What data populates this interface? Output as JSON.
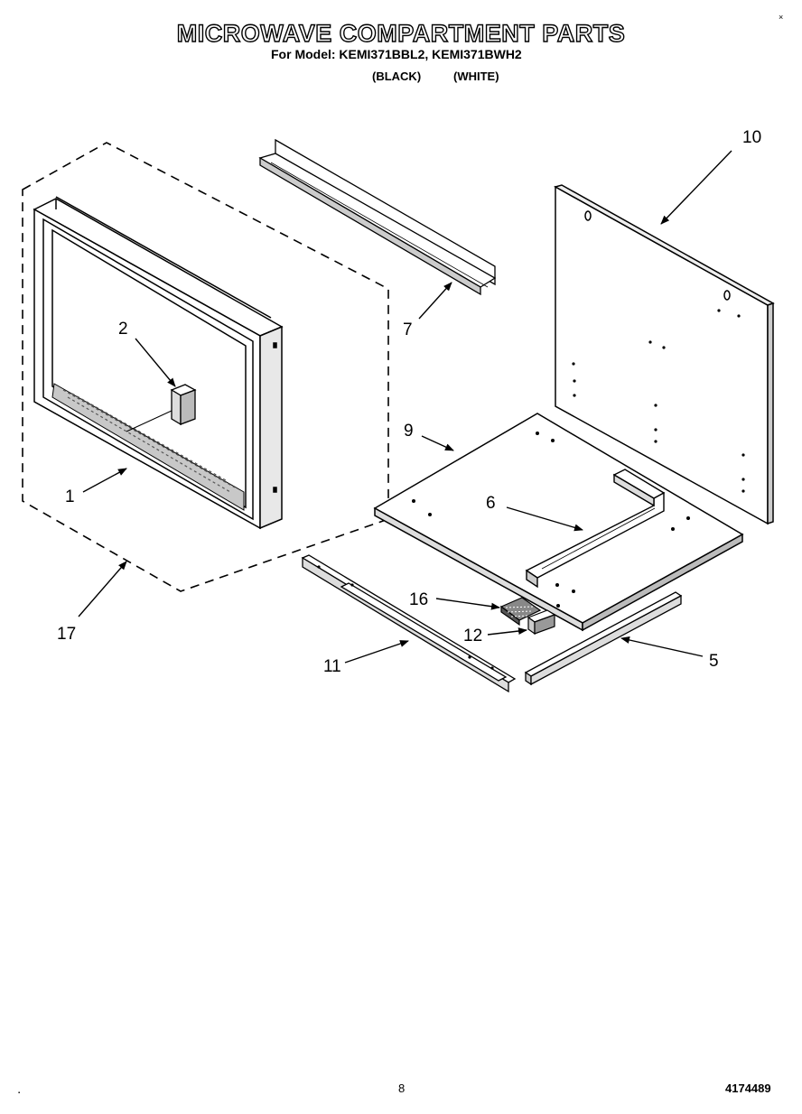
{
  "title": "MICROWAVE COMPARTMENT PARTS",
  "subtitle": "For Model: KEMI371BBL2, KEMI371BWH2",
  "variants": [
    "(BLACK)",
    "(WHITE)"
  ],
  "callouts": [
    "10",
    "2",
    "7",
    "1",
    "9",
    "6",
    "17",
    "16",
    "12",
    "11",
    "5"
  ],
  "footer": {
    "page": "8",
    "doc_number": "4174489"
  },
  "corner_marks": [
    "×",
    "▪"
  ]
}
